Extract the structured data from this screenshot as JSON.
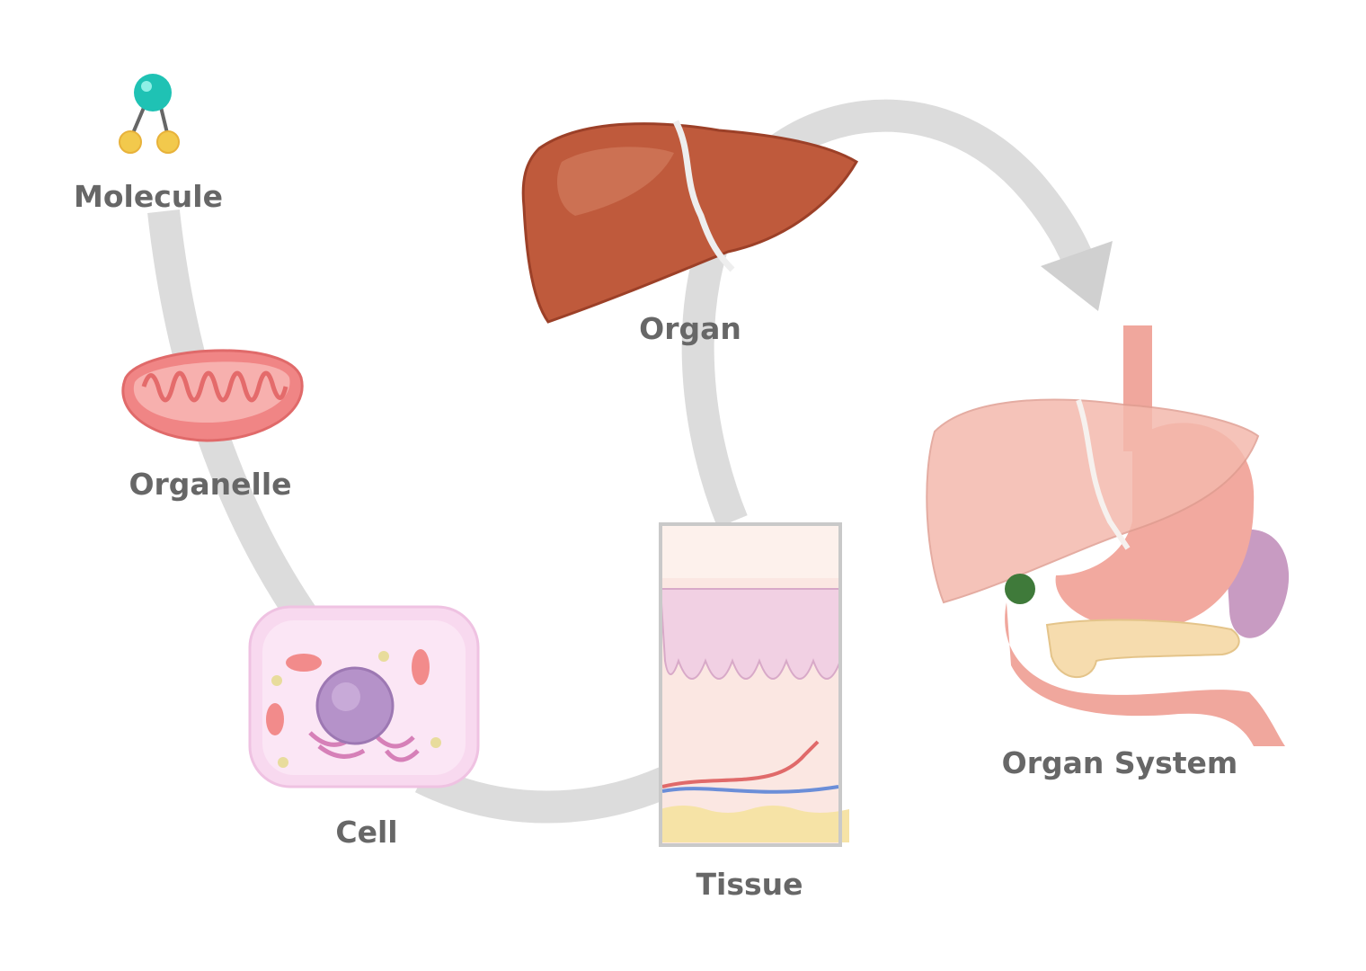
{
  "labels": {
    "molecule": "Molecule",
    "organelle": "Organelle",
    "cell": "Cell",
    "tissue": "Tissue",
    "organ": "Organ",
    "organ_system": "Organ System"
  },
  "colors": {
    "path": "#dcdcdc",
    "label": "#676767",
    "molecule_center": "#1fc2b4",
    "molecule_side": "#f2c94c",
    "organelle": "#f08585",
    "cell": "#f8d9ef",
    "nucleus": "#b592c9",
    "organ": "#bf5a3c",
    "organ_system": "#f2b3a8"
  }
}
